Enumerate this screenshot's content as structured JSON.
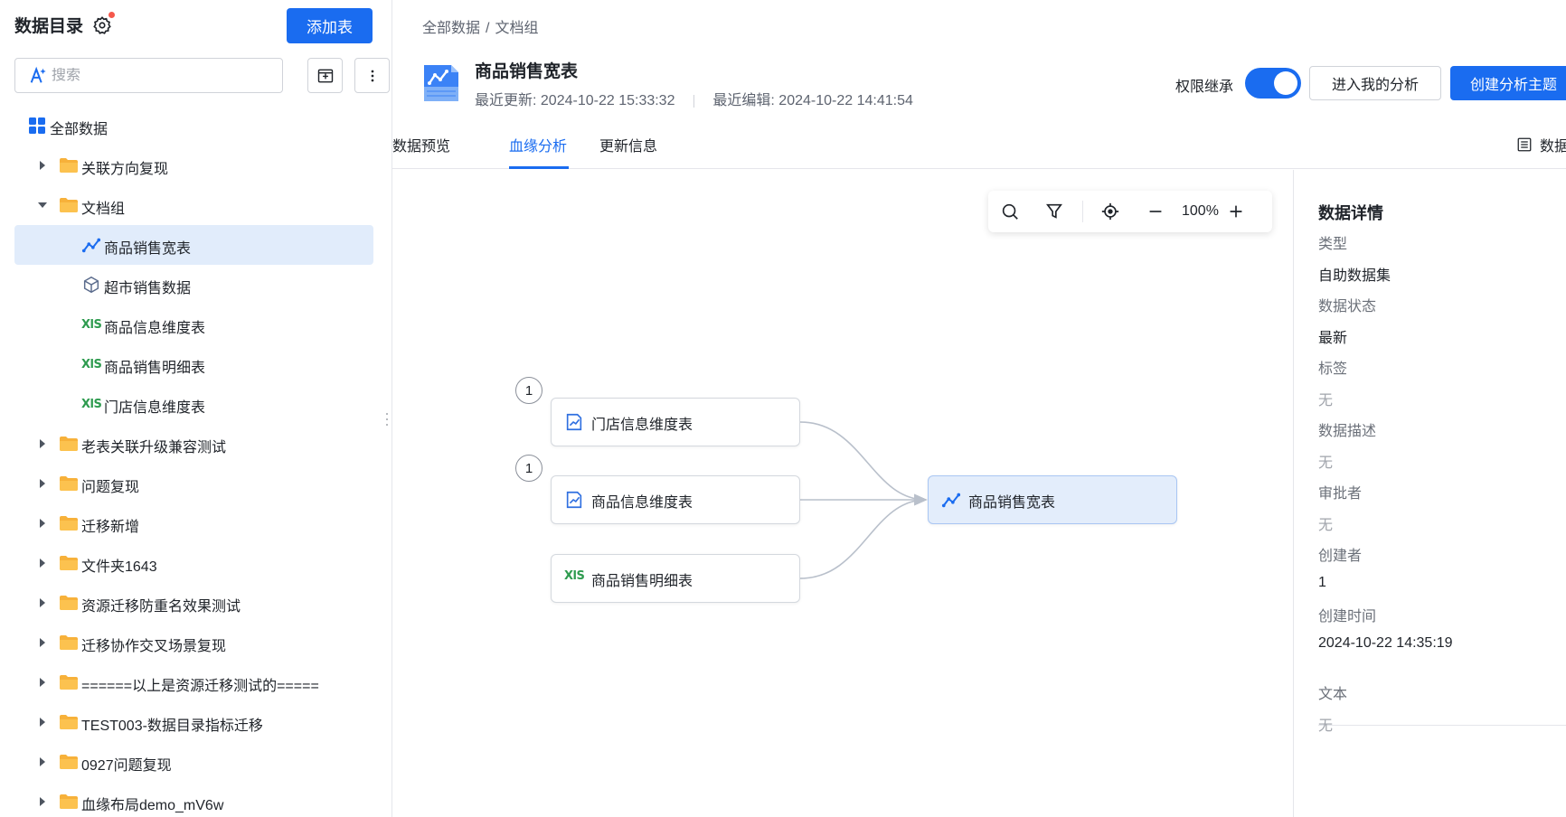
{
  "sidebar": {
    "title": "数据目录",
    "add_button": "添加表",
    "search_placeholder": "搜索",
    "tree": [
      {
        "label": "全部数据",
        "icon": "grid-icon",
        "level": 0,
        "caret": "none"
      },
      {
        "label": "关联方向复现",
        "icon": "folder-icon",
        "level": 1,
        "caret": "collapsed"
      },
      {
        "label": "文档组",
        "icon": "folder-icon",
        "level": 1,
        "caret": "expanded"
      },
      {
        "label": "商品销售宽表",
        "icon": "line-chart-icon",
        "level": 2,
        "caret": "none",
        "selected": true
      },
      {
        "label": "超市销售数据",
        "icon": "cube-icon",
        "level": 2,
        "caret": "none"
      },
      {
        "label": "商品信息维度表",
        "icon": "xls-icon",
        "level": 2,
        "caret": "none"
      },
      {
        "label": "商品销售明细表",
        "icon": "xls-icon",
        "level": 2,
        "caret": "none"
      },
      {
        "label": "门店信息维度表",
        "icon": "xls-icon",
        "level": 2,
        "caret": "none"
      },
      {
        "label": "老表关联升级兼容测试",
        "icon": "folder-icon",
        "level": 1,
        "caret": "collapsed"
      },
      {
        "label": "问题复现",
        "icon": "folder-icon",
        "level": 1,
        "caret": "collapsed"
      },
      {
        "label": "迁移新增",
        "icon": "folder-icon",
        "level": 1,
        "caret": "collapsed"
      },
      {
        "label": "文件夹1643",
        "icon": "folder-icon",
        "level": 1,
        "caret": "collapsed"
      },
      {
        "label": "资源迁移防重名效果测试",
        "icon": "folder-icon",
        "level": 1,
        "caret": "collapsed"
      },
      {
        "label": "迁移协作交叉场景复现",
        "icon": "folder-icon",
        "level": 1,
        "caret": "collapsed"
      },
      {
        "label": "======以上是资源迁移测试的=====",
        "icon": "folder-icon",
        "level": 1,
        "caret": "collapsed"
      },
      {
        "label": "TEST003-数据目录指标迁移",
        "icon": "folder-icon",
        "level": 1,
        "caret": "collapsed"
      },
      {
        "label": "0927问题复现",
        "icon": "folder-icon",
        "level": 1,
        "caret": "collapsed"
      },
      {
        "label": "血缘布局demo_mV6w",
        "icon": "folder-icon",
        "level": 1,
        "caret": "collapsed"
      }
    ]
  },
  "breadcrumb": {
    "root": "全部数据",
    "separator": "/",
    "current": "文档组"
  },
  "header": {
    "title": "商品销售宽表",
    "last_updated_label": "最近更新:",
    "last_updated": "2024-10-22 15:33:32",
    "last_edited_label": "最近编辑:",
    "last_edited": "2024-10-22 14:41:54",
    "permission_label": "权限继承",
    "permission_on": true,
    "enter_analysis_button": "进入我的分析",
    "create_topic_button": "创建分析主题"
  },
  "tabs": {
    "items": [
      "数据预览",
      "血缘分析",
      "更新信息"
    ],
    "active": "血缘分析",
    "right_label": "数据"
  },
  "toolbar": {
    "zoom": "100%"
  },
  "lineage": {
    "sources": [
      {
        "label": "门店信息维度表",
        "icon": "chart-doc-icon",
        "badge": "1"
      },
      {
        "label": "商品信息维度表",
        "icon": "chart-doc-icon",
        "badge": "1"
      },
      {
        "label": "商品销售明细表",
        "icon": "xls-icon",
        "badge": ""
      }
    ],
    "target": {
      "label": "商品销售宽表",
      "icon": "line-chart-icon"
    }
  },
  "detail": {
    "title": "数据详情",
    "fields": [
      {
        "label": "类型",
        "value": "自助数据集",
        "muted": false
      },
      {
        "label": "数据状态",
        "value": "最新",
        "muted": false
      },
      {
        "label": "标签",
        "value": "无",
        "muted": true
      },
      {
        "label": "数据描述",
        "value": "无",
        "muted": true
      },
      {
        "label": "审批者",
        "value": "无",
        "muted": true
      },
      {
        "label": "创建者",
        "value": "1",
        "muted": false
      },
      {
        "label": "创建时间",
        "value": "2024-10-22 14:35:19",
        "muted": false
      },
      {
        "label": "文本",
        "value": "无",
        "muted": true
      }
    ]
  },
  "colors": {
    "accent": "#1a6cf0",
    "folder": "#f7b13a",
    "xls": "#2e9b4f",
    "selected_bg": "#e1ecfb"
  }
}
